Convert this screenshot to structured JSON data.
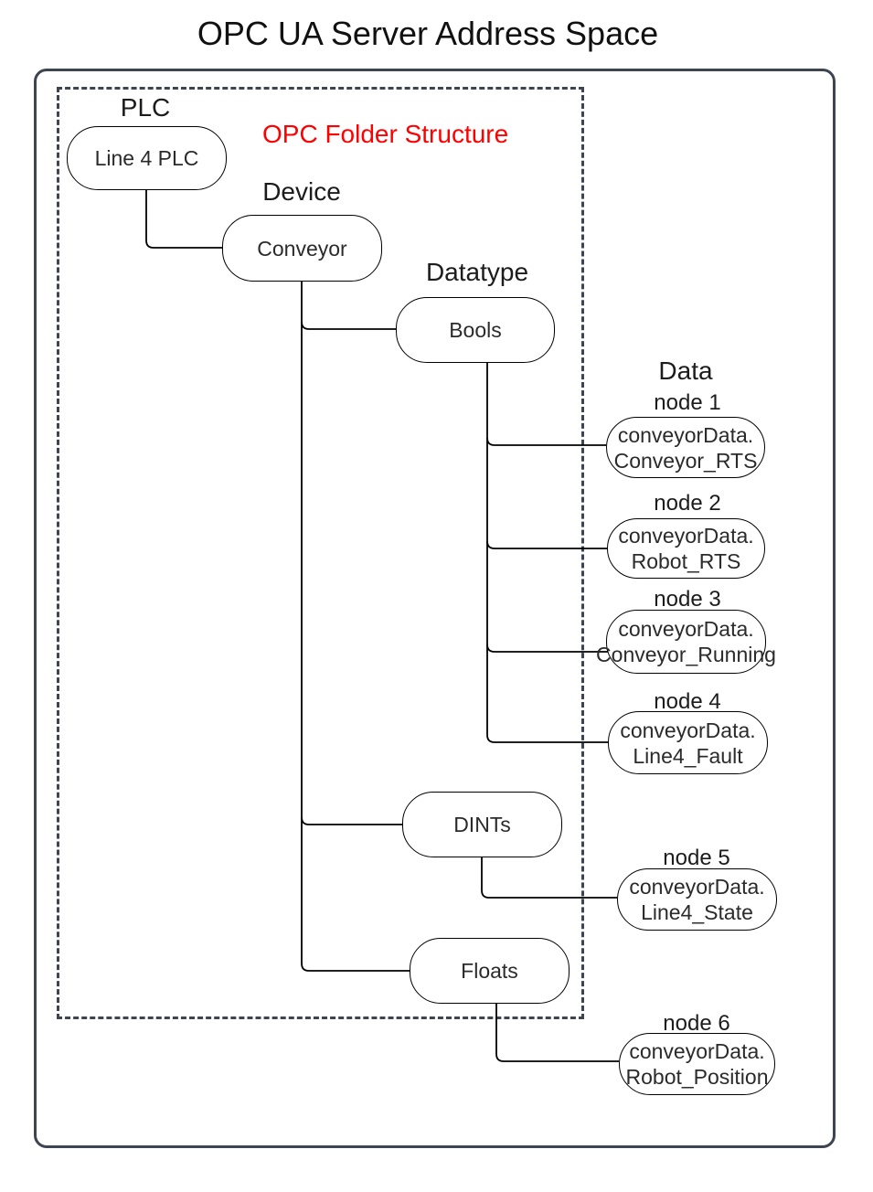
{
  "title": "OPC UA Server Address Space",
  "annotation_label": "OPC Folder Structure",
  "column_labels": {
    "plc": "PLC",
    "device": "Device",
    "datatype": "Datatype",
    "data": "Data"
  },
  "folder_nodes": {
    "plc": "Line 4 PLC",
    "device": "Conveyor",
    "datatype_bools": "Bools",
    "datatype_dints": "DINTs",
    "datatype_floats": "Floats"
  },
  "data_nodes": [
    {
      "label": "node 1",
      "line1": "conveyorData.",
      "line2": "Conveyor_RTS"
    },
    {
      "label": "node 2",
      "line1": "conveyorData.",
      "line2": "Robot_RTS"
    },
    {
      "label": "node 3",
      "line1": "conveyorData.",
      "line2": "Conveyor_Running"
    },
    {
      "label": "node 4",
      "line1": "conveyorData.",
      "line2": "Line4_Fault"
    },
    {
      "label": "node 5",
      "line1": "conveyorData.",
      "line2": "Line4_State"
    },
    {
      "label": "node 6",
      "line1": "conveyorData.",
      "line2": "Robot_Position"
    }
  ],
  "colors": {
    "annotation": "#ff0000",
    "frame_border": "#3e4450",
    "connector": "#000000",
    "node_border": "#000000",
    "text": "#1c1c1c"
  }
}
